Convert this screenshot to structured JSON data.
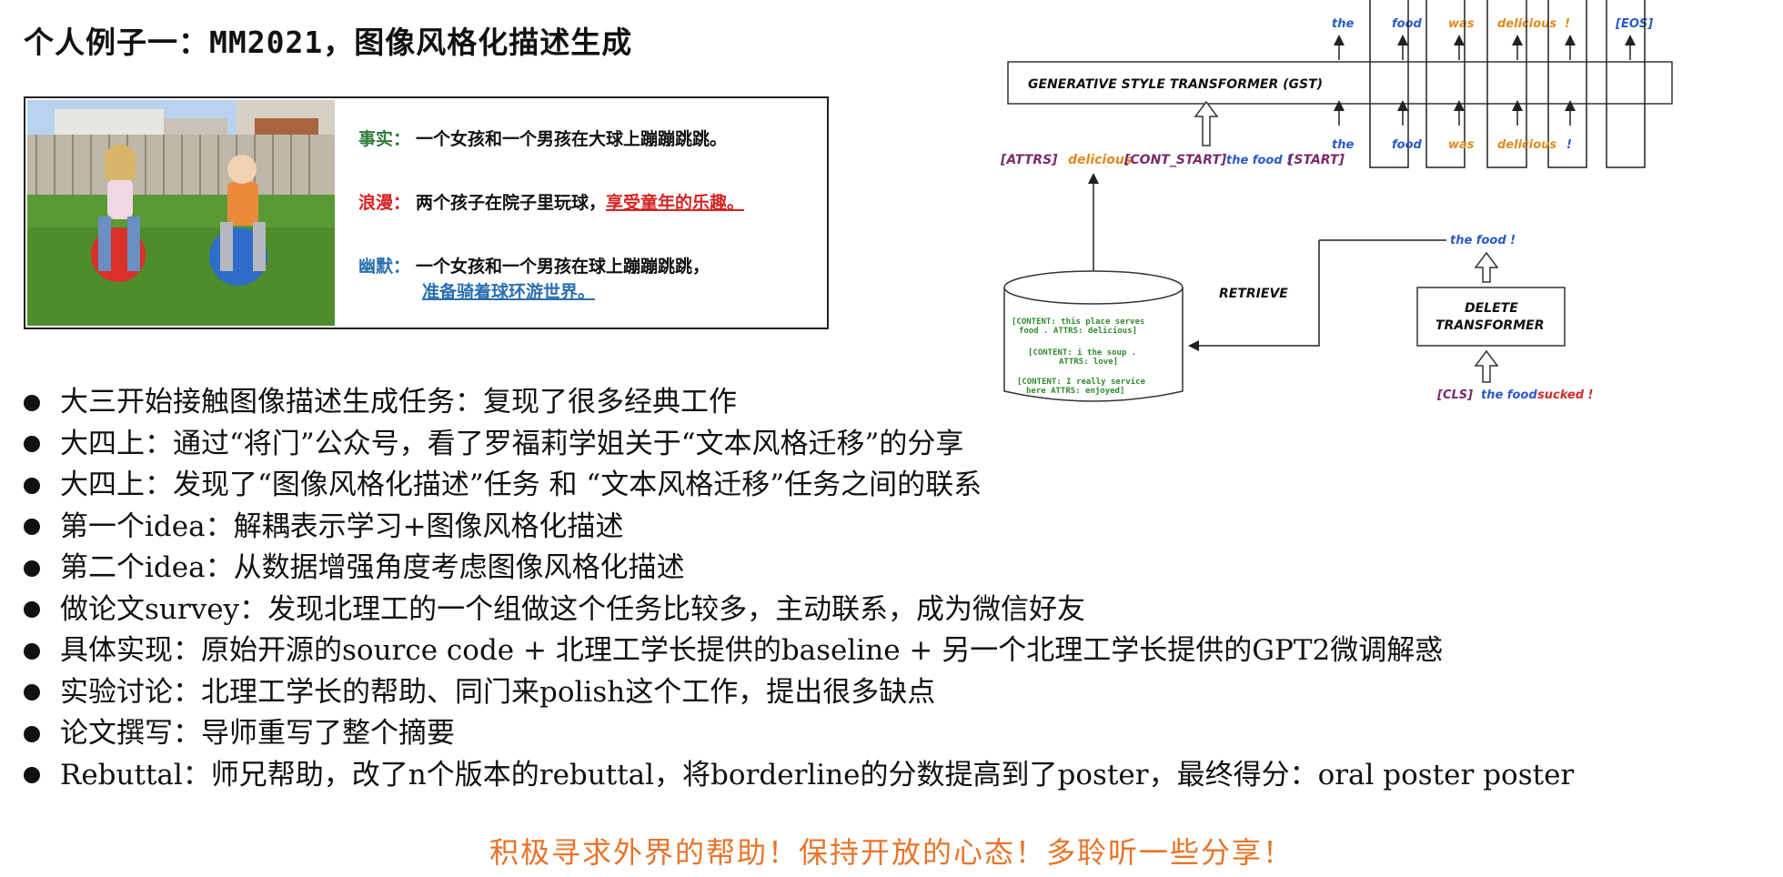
{
  "title": "个人例子一：MM2021，图像风格化描述生成",
  "example": {
    "fact_label": "事实：",
    "fact_text": "一个女孩和一个男孩在大球上蹦蹦跳跳。",
    "romantic_label": "浪漫：",
    "romantic_text": "两个孩子在院子里玩球，",
    "romantic_styled": "享受童年的乐趣。",
    "humor_label": "幽默：",
    "humor_text": "一个女孩和一个男孩在球上蹦蹦跳跳，",
    "humor_styled": "准备骑着球环游世界。"
  },
  "diagram": {
    "gst_label": "GENERATIVE STYLE TRANSFORMER (GST)",
    "output_tokens": [
      "the",
      "food",
      "was",
      "delicious",
      "!",
      "[EOS]"
    ],
    "input_tokens": [
      "the",
      "food",
      "was",
      "delicious",
      "!"
    ],
    "attrs_tag": "[ATTRS]",
    "attrs_value": "delicious",
    "cont_start": "[CONT_START]",
    "content_value": "the food !",
    "start_tag": "[START]",
    "retrieve_label": "RETRIEVE",
    "retrieved_text": "the food  !",
    "delete_label_1": "DELETE",
    "delete_label_2": "TRANSFORMER",
    "cls_tag": "[CLS]",
    "cls_content": "the food",
    "cls_style": "sucked !",
    "db_lines": [
      "[CONTENT: this place serves",
      "food .  ATTRS: delicious]",
      "[CONTENT: i the soup .",
      "ATTRS: love]",
      "[CONTENT: I really service",
      "here   ATTRS: enjoyed]"
    ],
    "colors": {
      "blue": "#2a59c7",
      "orange": "#e08a1e",
      "purple": "#7a2a6b",
      "red": "#d42a2a",
      "green": "#2e8b2e"
    }
  },
  "bullets": [
    "大三开始接触图像描述生成任务：复现了很多经典工作",
    "大四上：通过“将门”公众号，看了罗福莉学姐关于“文本风格迁移”的分享",
    "大四上：发现了“图像风格化描述”任务 和 “文本风格迁移”任务之间的联系",
    "第一个idea：解耦表示学习+图像风格化描述",
    "第二个idea：从数据增强角度考虑图像风格化描述",
    "做论文survey：发现北理工的一个组做这个任务比较多，主动联系，成为微信好友",
    "具体实现：原始开源的source code + 北理工学长提供的baseline + 另一个北理工学长提供的GPT2微调解惑",
    "实验讨论：北理工学长的帮助、同门来polish这个工作，提出很多缺点",
    "论文撰写：导师重写了整个摘要",
    "Rebuttal：师兄帮助，改了n个版本的rebuttal，将borderline的分数提高到了poster，最终得分：oral poster poster"
  ],
  "closing": "积极寻求外界的帮助！保持开放的心态！多聆听一些分享！"
}
